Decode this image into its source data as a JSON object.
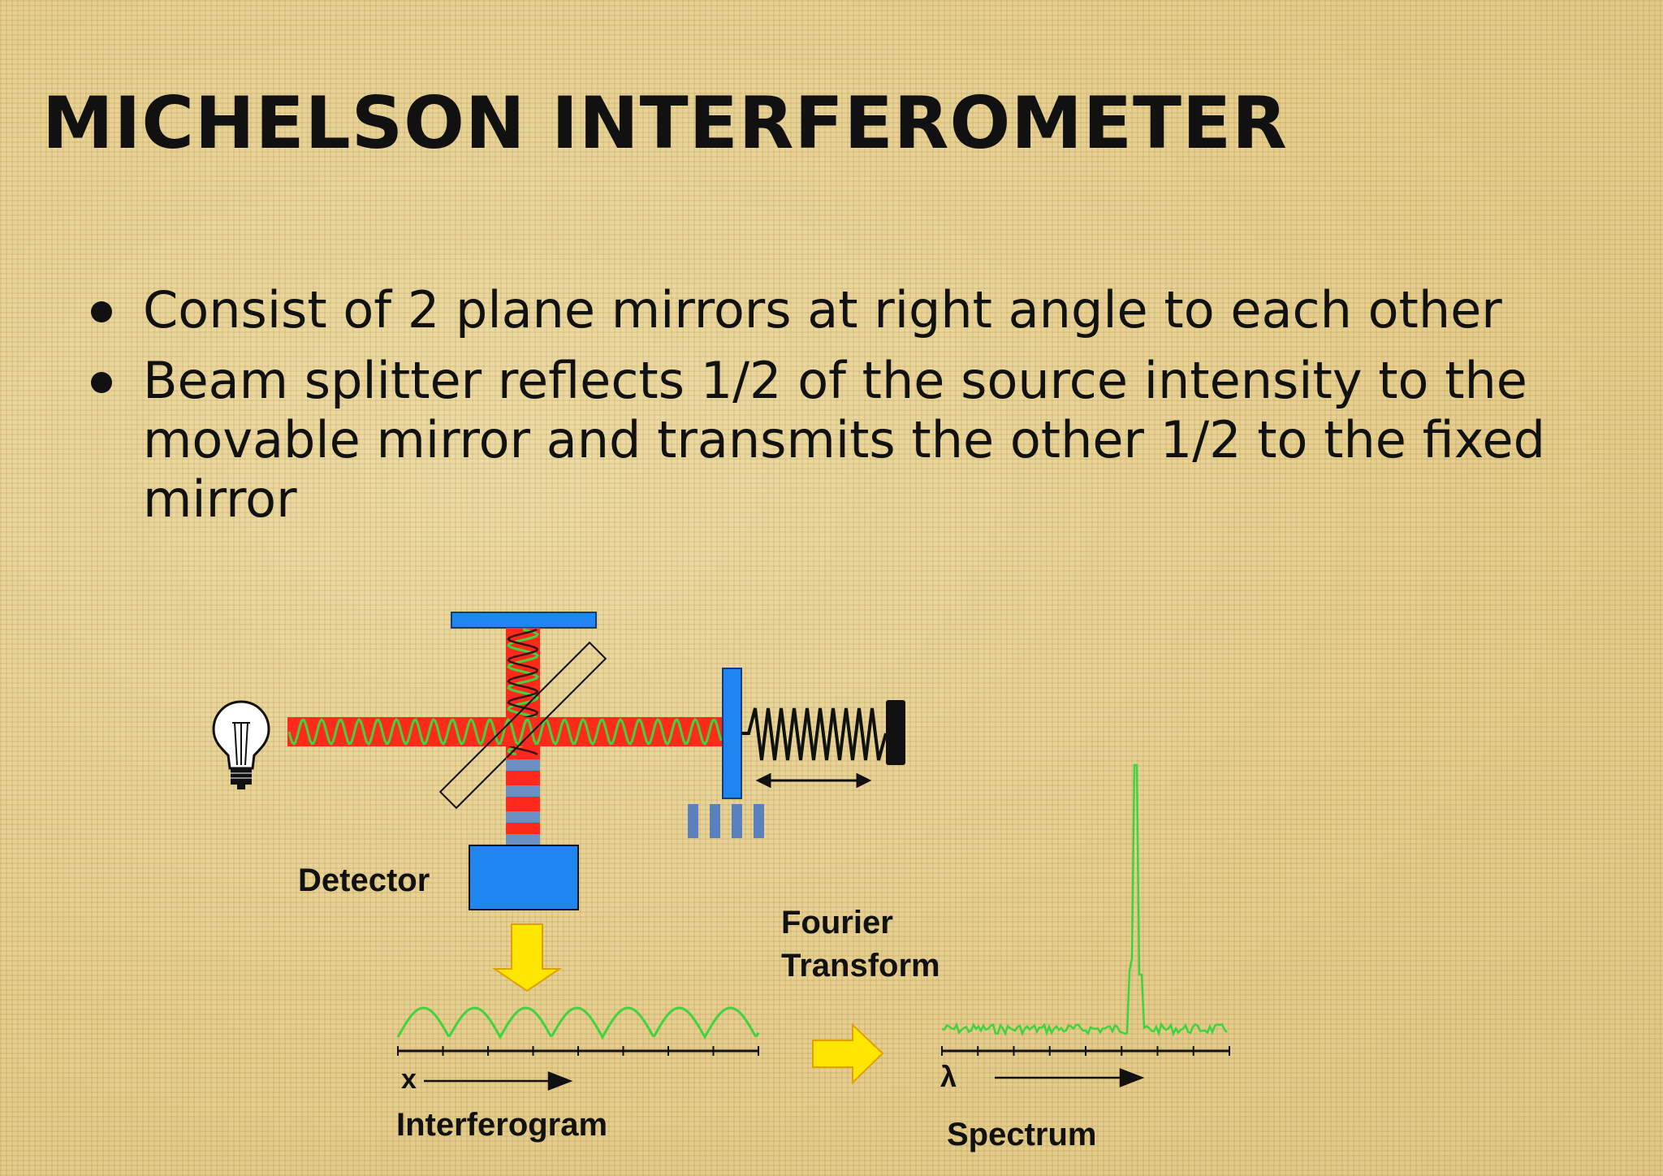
{
  "slide": {
    "title": "MICHELSON INTERFEROMETER",
    "bullets": [
      "Consist of 2 plane mirrors at right angle to each other",
      "Beam splitter reflects 1/2 of the source intensity to the movable mirror and transmits the other 1/2 to the fixed mirror"
    ]
  },
  "diagram": {
    "detector_label": "Detector",
    "fourier_label_line1": "Fourier",
    "fourier_label_line2": "Transform",
    "interferogram_label": "Interferogram",
    "interferogram_axis_symbol": "x",
    "spectrum_label": "Spectrum",
    "spectrum_axis_symbol": "λ",
    "colors": {
      "beam": "#ff2a1a",
      "wave": "#3fd43f",
      "mirror": "#1f86ef",
      "arrow": "#ffe600",
      "arrow_outline": "#e0a000"
    },
    "icons": [
      "light-bulb-icon",
      "spring-icon",
      "double-arrow-icon",
      "down-arrow-icon",
      "right-arrow-icon"
    ]
  }
}
